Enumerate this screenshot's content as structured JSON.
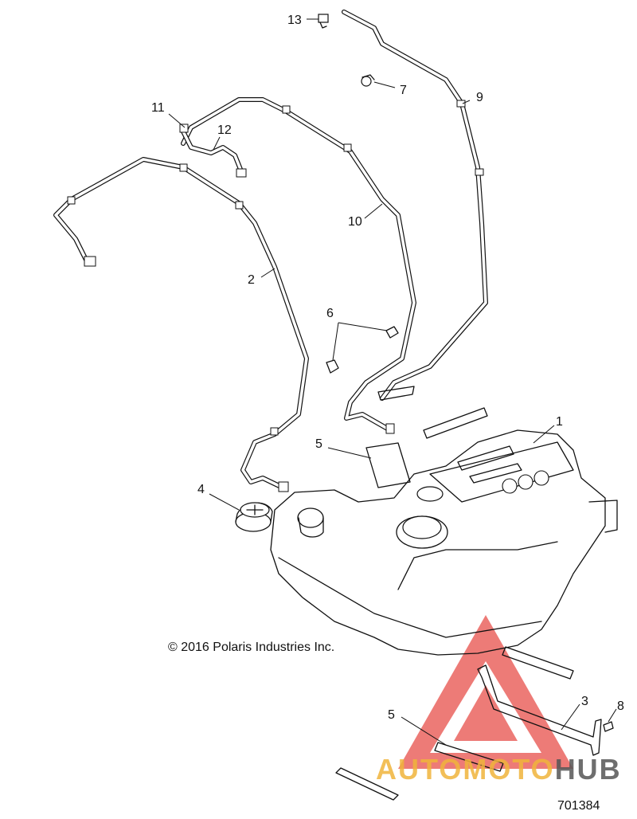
{
  "copyright": "© 2016 Polaris Industries Inc.",
  "figure_number": "701384",
  "watermark": {
    "text_part1": "AUTO",
    "text_part2": "MOTO",
    "text_part3": "HUB",
    "colors": {
      "auto": "#f0b43c",
      "moto": "#f0b43c",
      "hub": "#555555",
      "triangle": "#e8504a"
    }
  },
  "callouts": [
    {
      "id": "c1",
      "label": "1"
    },
    {
      "id": "c2",
      "label": "2"
    },
    {
      "id": "c3",
      "label": "3"
    },
    {
      "id": "c4",
      "label": "4"
    },
    {
      "id": "c5a",
      "label": "5"
    },
    {
      "id": "c5b",
      "label": "5"
    },
    {
      "id": "c6",
      "label": "6"
    },
    {
      "id": "c7",
      "label": "7"
    },
    {
      "id": "c8",
      "label": "8"
    },
    {
      "id": "c9",
      "label": "9"
    },
    {
      "id": "c10",
      "label": "10"
    },
    {
      "id": "c11",
      "label": "11"
    },
    {
      "id": "c12",
      "label": "12"
    },
    {
      "id": "c13",
      "label": "13"
    }
  ]
}
